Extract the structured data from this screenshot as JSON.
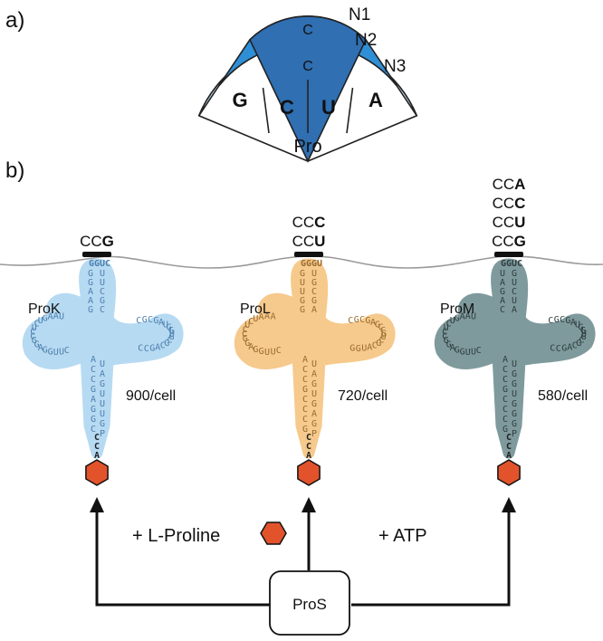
{
  "panel_a": {
    "label": "a)",
    "ring_labels": [
      "N1",
      "N2",
      "N3"
    ],
    "n1_base": "C",
    "n2_base": "C",
    "n3_bases": [
      "G",
      "C",
      "U",
      "A"
    ],
    "outer_label": "Pro",
    "colors": {
      "n1": "#2f6fb2",
      "n2": "#2f8fd6",
      "n3": "#c7e6f7",
      "outline": "#222222"
    }
  },
  "panel_b": {
    "label": "b)",
    "trnas": [
      {
        "name": "ProK",
        "count": "900/cell",
        "codon_prefix": "CC",
        "codon_bold": [
          "G"
        ],
        "acceptor": "CCA",
        "fill": "#b6daf2",
        "text_color": "#4d7fae",
        "loop_seq": [
          "GG",
          "U",
          "C"
        ],
        "stem_left": "GGAAG",
        "stem_right": "UUCGC",
        "d_arm": "CUUGGAGGCCUCUGAAU",
        "t_arm": "CGCGAUGGUGCGCAGCC",
        "acc_stem": "AUCACGGUAUGUGGCP"
      },
      {
        "name": "ProL",
        "count": "720/cell",
        "codon_prefix": "CC",
        "codon_bold": [
          "C",
          "U"
        ],
        "acceptor": "CCA",
        "fill": "#f6c98c",
        "text_color": "#9a6b2e",
        "loop_seq": [
          "GG",
          "G",
          "U"
        ],
        "stem_left": "GUUGG",
        "stem_right": "UGCGA",
        "d_arm": "CUUGGAGGCCUCUAAA",
        "t_arm": "CGCGAGCCGUCGCAUGG",
        "acc_stem": "AUCACGGUCGCACGGP"
      },
      {
        "name": "ProM",
        "count": "580/cell",
        "codon_prefix": "CC",
        "codon_bold": [
          "A",
          "C",
          "U",
          "G"
        ],
        "acceptor": "CCA",
        "fill": "#7f9a9d",
        "text_color": "#2e3d3f",
        "loop_seq": [
          "GG",
          "U",
          "C"
        ],
        "stem_left": "UAGAC",
        "stem_right": "GUCUA",
        "d_arm": "CUUGGAGGCCUCUGAAU",
        "t_arm": "CGCGAUGGUGCGCAGCC",
        "acc_stem": "AUCGCGGUCGCGCGGP"
      }
    ],
    "enzyme": "ProS",
    "substrate_1": "+ L-Proline",
    "substrate_2": "+ ATP",
    "proline_color": "#e2532c"
  }
}
